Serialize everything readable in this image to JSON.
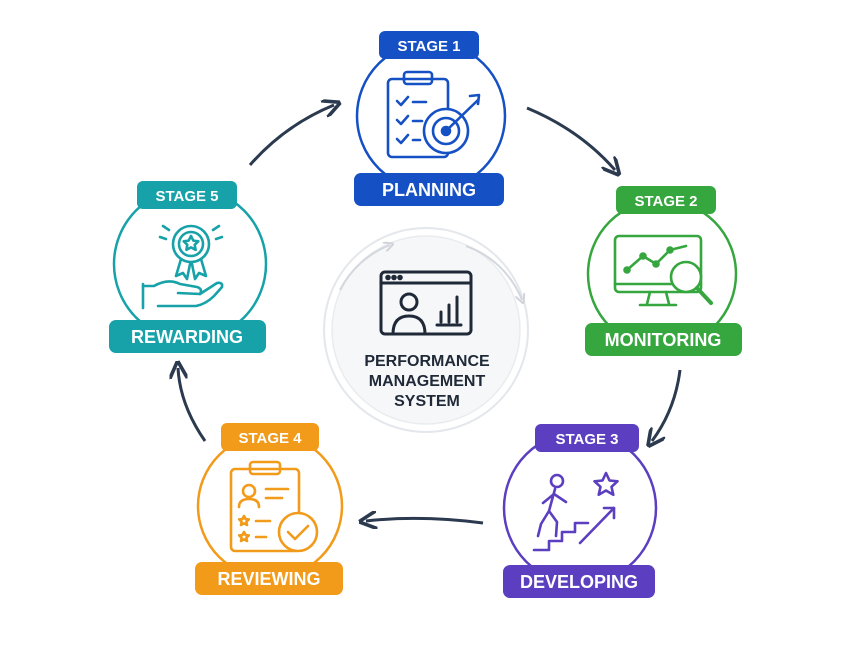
{
  "center": {
    "title_line1": "PERFORMANCE",
    "title_line2": "MANAGEMENT",
    "title_line3": "SYSTEM",
    "icon": "dashboard-icon"
  },
  "stages": [
    {
      "stage": "STAGE 1",
      "name": "PLANNING",
      "color": "#1550c4",
      "icon": "clipboard-target-icon"
    },
    {
      "stage": "STAGE 2",
      "name": "MONITORING",
      "color": "#36a63e",
      "icon": "monitor-chart-icon"
    },
    {
      "stage": "STAGE 3",
      "name": "DEVELOPING",
      "color": "#5b3fc0",
      "icon": "climbing-stairs-icon"
    },
    {
      "stage": "STAGE 4",
      "name": "REVIEWING",
      "color": "#f29a1a",
      "icon": "clipboard-check-icon"
    },
    {
      "stage": "STAGE 5",
      "name": "REWARDING",
      "color": "#16a2a8",
      "icon": "award-hand-icon"
    }
  ],
  "arrow_color": "#2b3a4f"
}
